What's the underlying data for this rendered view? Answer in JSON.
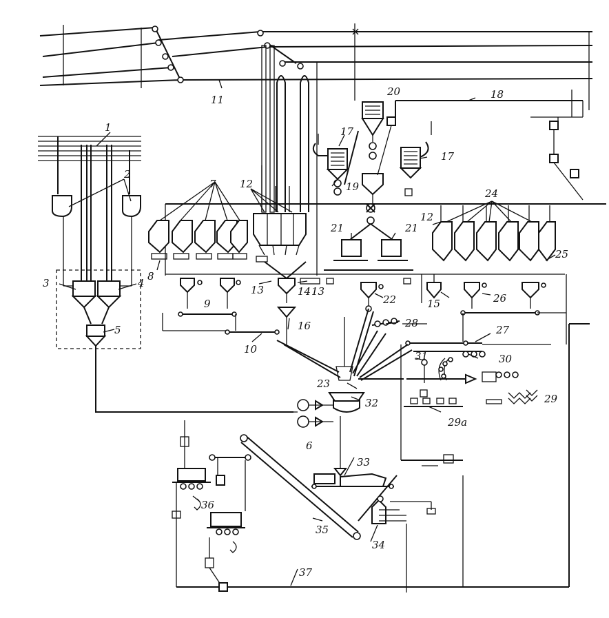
{
  "diagram": {
    "labels": {
      "l1": "1",
      "l2": "2",
      "l3": "3",
      "l4": "4",
      "l5": "5",
      "l6": "6",
      "l7": "7",
      "l8": "8",
      "l9": "9",
      "l10": "10",
      "l11": "11",
      "l12": "12",
      "l12b": "12",
      "l13": "13",
      "l13b": "13",
      "l14": "14",
      "l15": "15",
      "l16": "16",
      "l17": "17",
      "l17b": "17",
      "l18": "18",
      "l19": "19",
      "l20": "20",
      "l21": "21",
      "l21b": "21",
      "l22": "22",
      "l23": "23",
      "l24": "24",
      "l25": "25",
      "l26": "26",
      "l27": "27",
      "l28": "28",
      "l29": "29",
      "l29a": "29a",
      "l30": "30",
      "l31": "31",
      "l32": "32",
      "l33": "33",
      "l34": "34",
      "l35": "35",
      "l36": "36",
      "l37": "37"
    }
  }
}
